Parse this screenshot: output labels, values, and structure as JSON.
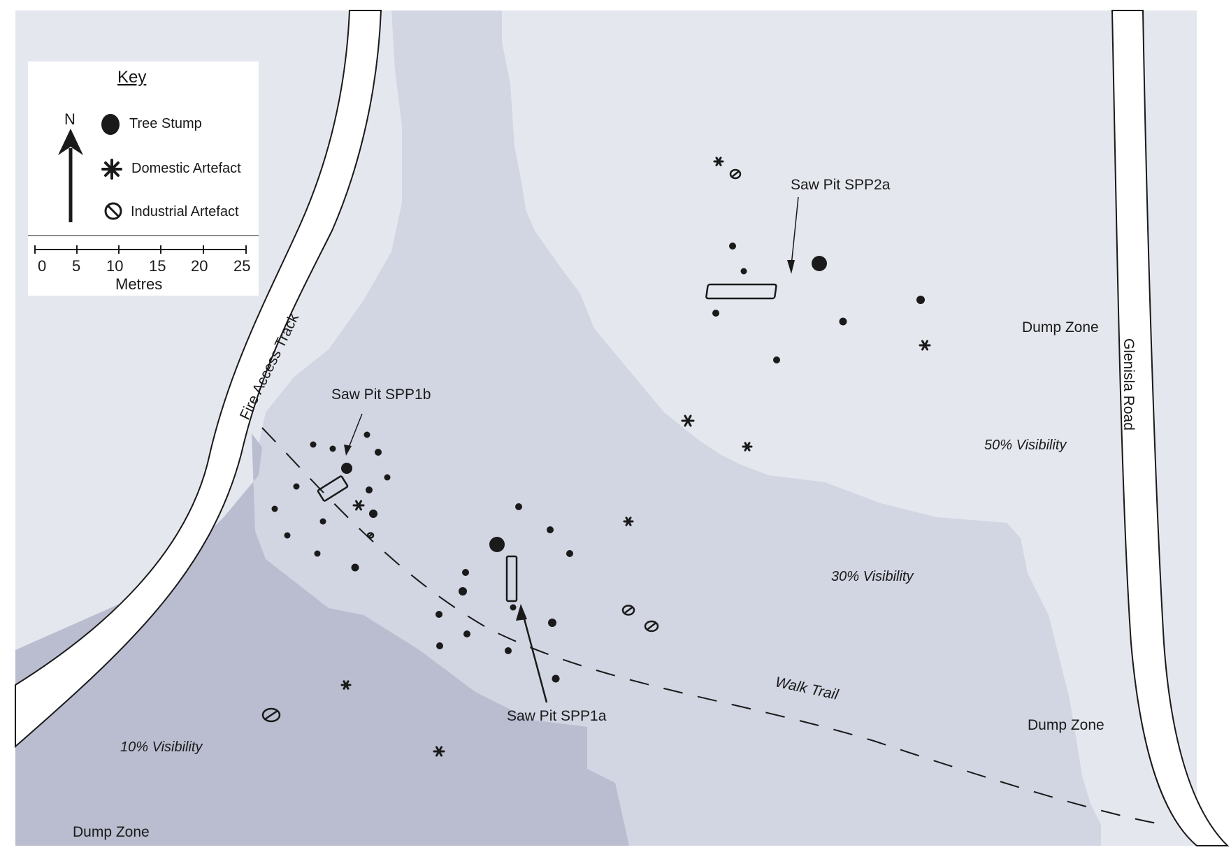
{
  "key": {
    "title": "Key",
    "north": "N",
    "items": [
      {
        "label": "Tree Stump",
        "icon": "filled-circle-icon"
      },
      {
        "label": "Domestic Artefact",
        "icon": "asterisk-icon"
      },
      {
        "label": "Industrial Artefact",
        "icon": "slashed-circle-icon"
      }
    ],
    "scale": {
      "ticks": [
        "0",
        "5",
        "10",
        "15",
        "20",
        "25"
      ],
      "unit": "Metres"
    }
  },
  "roads": {
    "fire_access_track": "Fire Access Track",
    "glenisla_road": "Glenisla Road",
    "walk_trail": "Walk Trail"
  },
  "saw_pits": {
    "spp1a": "Saw Pit SPP1a",
    "spp1b": "Saw Pit SPP1b",
    "spp2a": "Saw Pit SPP2a"
  },
  "zones": {
    "visibility_10": "10% Visibility",
    "visibility_30": "30% Visibility",
    "visibility_50": "50% Visibility",
    "dump_zone": "Dump Zone"
  },
  "colors": {
    "zone_10": "#b9bdcf",
    "zone_30": "#d2d5e2",
    "zone_50": "#e5e7ee",
    "ink": "#1a1a1a",
    "road": "#ffffff"
  }
}
